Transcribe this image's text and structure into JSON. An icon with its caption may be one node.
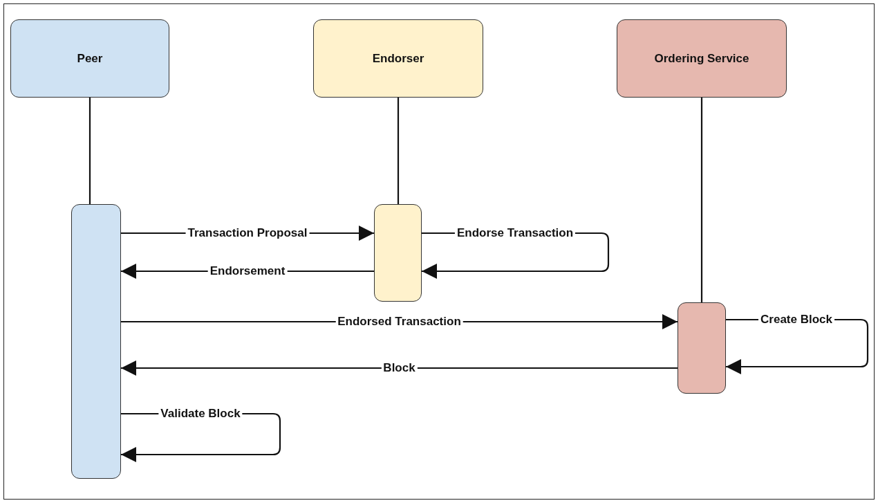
{
  "diagram": {
    "nodes": [
      {
        "text": [
          "Peer"
        ]
      },
      {
        "text": [
          "Endorser"
        ]
      },
      {
        "text": [
          "Ordering Service"
        ]
      },
      {
        "text": [],
        "shape": "box"
      },
      {
        "text": [],
        "shape": "box"
      },
      {
        "text": [],
        "shape": "box"
      }
    ],
    "edges": [
      {
        "from": 0,
        "to": 3,
        "arrow": "none"
      },
      {
        "from": 1,
        "to": 4,
        "arrow": "none"
      },
      {
        "from": 2,
        "to": 5,
        "arrow": "none"
      },
      {
        "from": 3,
        "to": 4,
        "arrow": "to",
        "label": "Transaction Proposal"
      },
      {
        "from": 4,
        "to": 4,
        "arrow": "to",
        "label": "Endorse Transaction"
      },
      {
        "from": 4,
        "to": 3,
        "arrow": "to",
        "label": "Endorsement"
      },
      {
        "from": 3,
        "to": 5,
        "arrow": "to",
        "label": "Endorsed Transaction"
      },
      {
        "from": 5,
        "to": 5,
        "arrow": "to",
        "label": "Create Block"
      },
      {
        "from": 5,
        "to": 3,
        "arrow": "to",
        "label": "Block"
      },
      {
        "from": 3,
        "to": 3,
        "arrow": "to",
        "label": "Validate Block"
      }
    ]
  }
}
